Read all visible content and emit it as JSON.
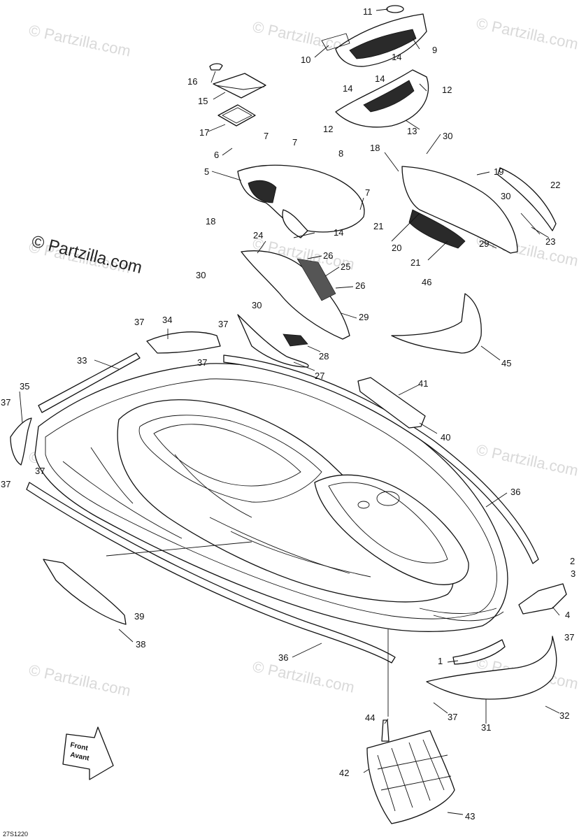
{
  "diagram": {
    "watermark": "© Partzilla.com",
    "reference_code": "27S1220",
    "direction_arrow": {
      "line1": "Front",
      "line2": "Avant"
    },
    "part_numbers": {
      "n1": "1",
      "n2": "2",
      "n3": "3",
      "n4": "4",
      "n5": "5",
      "n6": "6",
      "n7": "7",
      "n8": "8",
      "n9": "9",
      "n10": "10",
      "n11": "11",
      "n12": "12",
      "n13": "13",
      "n14": "14",
      "n15": "15",
      "n16": "16",
      "n17": "17",
      "n18": "18",
      "n19": "19",
      "n20": "20",
      "n21": "21",
      "n22": "22",
      "n23": "23",
      "n24": "24",
      "n25": "25",
      "n26": "26",
      "n27": "27",
      "n28": "28",
      "n29": "29",
      "n30": "30",
      "n31": "31",
      "n32": "32",
      "n33": "33",
      "n34": "34",
      "n35": "35",
      "n36": "36",
      "n37": "37",
      "n38": "38",
      "n39": "39",
      "n40": "40",
      "n41": "41",
      "n42": "42",
      "n43": "43",
      "n44": "44",
      "n45": "45",
      "n46": "46"
    }
  }
}
